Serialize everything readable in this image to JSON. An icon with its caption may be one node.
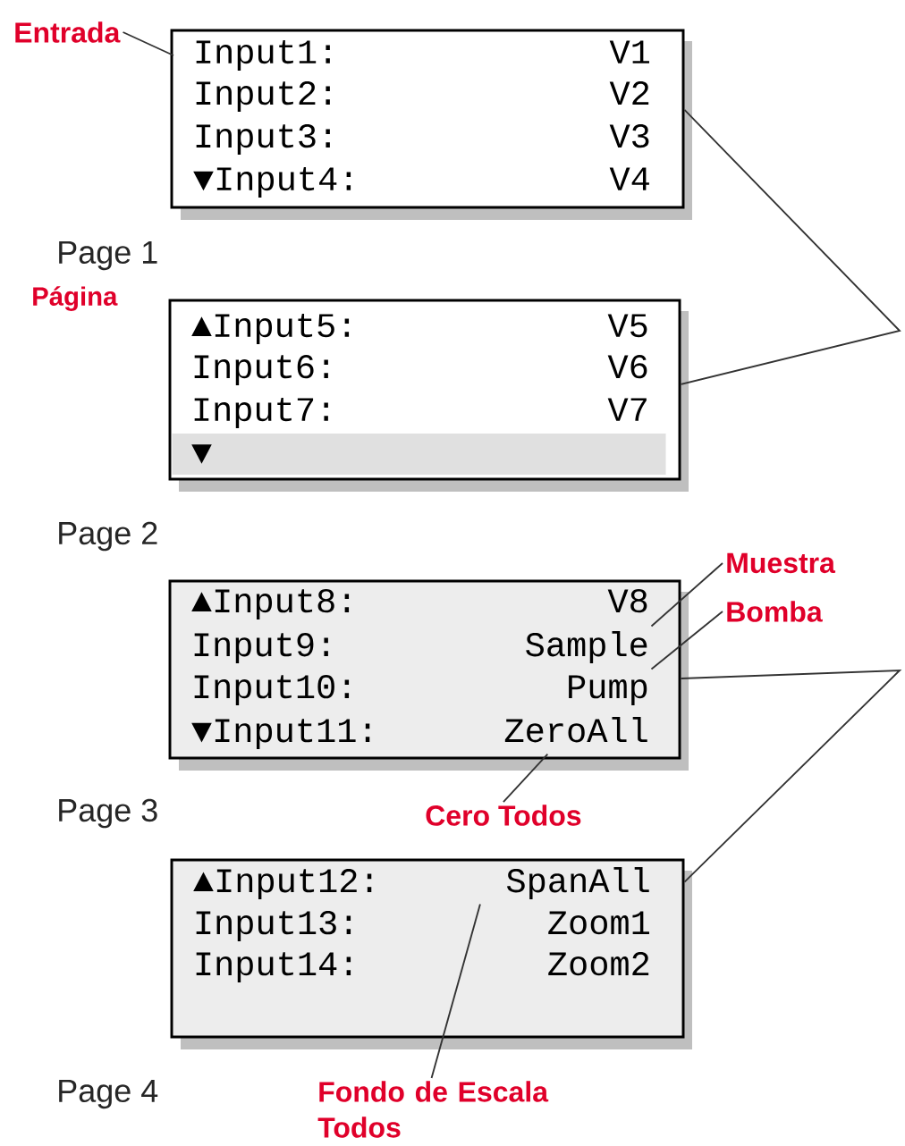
{
  "diagram": {
    "nodes": [
      {
        "text": [
          "Entrada"
        ]
      },
      {
        "text": [],
        "shape": "box"
      },
      {
        "text": [
          "Input1:",
          "V1"
        ],
        "in": 1
      },
      {
        "text": [
          "Input2:",
          "V2"
        ],
        "in": 1
      },
      {
        "text": [
          "Input3:",
          "V3"
        ],
        "in": 1
      },
      {
        "text": [
          "▼Input4:",
          "V4"
        ],
        "in": 1
      },
      {
        "text": [],
        "shape": "box"
      },
      {
        "text": [
          "▲Input5:",
          "V5"
        ],
        "in": 6
      },
      {
        "text": [
          "Input6:",
          "V6"
        ],
        "in": 6
      },
      {
        "text": [
          "Input7:",
          "V7"
        ],
        "in": 6
      },
      {
        "text": [
          "▼"
        ],
        "in": 6
      },
      {
        "text": [
          "Muestra"
        ]
      },
      {
        "text": [
          "Bomba"
        ]
      },
      {
        "text": [],
        "shape": "box"
      },
      {
        "text": [
          "▲Input8:",
          "V8"
        ],
        "in": 13
      },
      {
        "text": [
          "Input9:",
          "Sample"
        ],
        "in": 13
      },
      {
        "text": [
          "Input10:",
          "Pump"
        ],
        "in": 13
      },
      {
        "text": [
          "▼Input11:",
          "ZeroAll"
        ],
        "in": 13
      },
      {
        "text": [
          "Cero Todos"
        ]
      },
      {
        "text": [],
        "shape": "box"
      },
      {
        "text": [
          "▲Input12:",
          "SpanAll"
        ],
        "in": 19
      },
      {
        "text": [
          "Input13:",
          "Zoom1"
        ],
        "in": 19
      },
      {
        "text": [
          "Input14:",
          "Zoom2"
        ],
        "in": 19
      },
      {
        "text": [
          "Fondo de Escala Todos"
        ]
      }
    ],
    "edges": [
      {
        "from": 0,
        "to": 2,
        "arrow": "none"
      },
      {
        "from": 1,
        "to": 6,
        "arrow": "none"
      },
      {
        "from": 11,
        "to": 15,
        "arrow": "none"
      },
      {
        "from": 12,
        "to": 16,
        "arrow": "none"
      },
      {
        "from": 18,
        "to": 17,
        "arrow": "none"
      },
      {
        "from": 13,
        "to": 19,
        "arrow": "none"
      },
      {
        "from": 23,
        "to": 20,
        "arrow": "none"
      }
    ],
    "labels": [
      "Page 1",
      "Página",
      "Page 2",
      "Page 3",
      "Page 4"
    ]
  }
}
